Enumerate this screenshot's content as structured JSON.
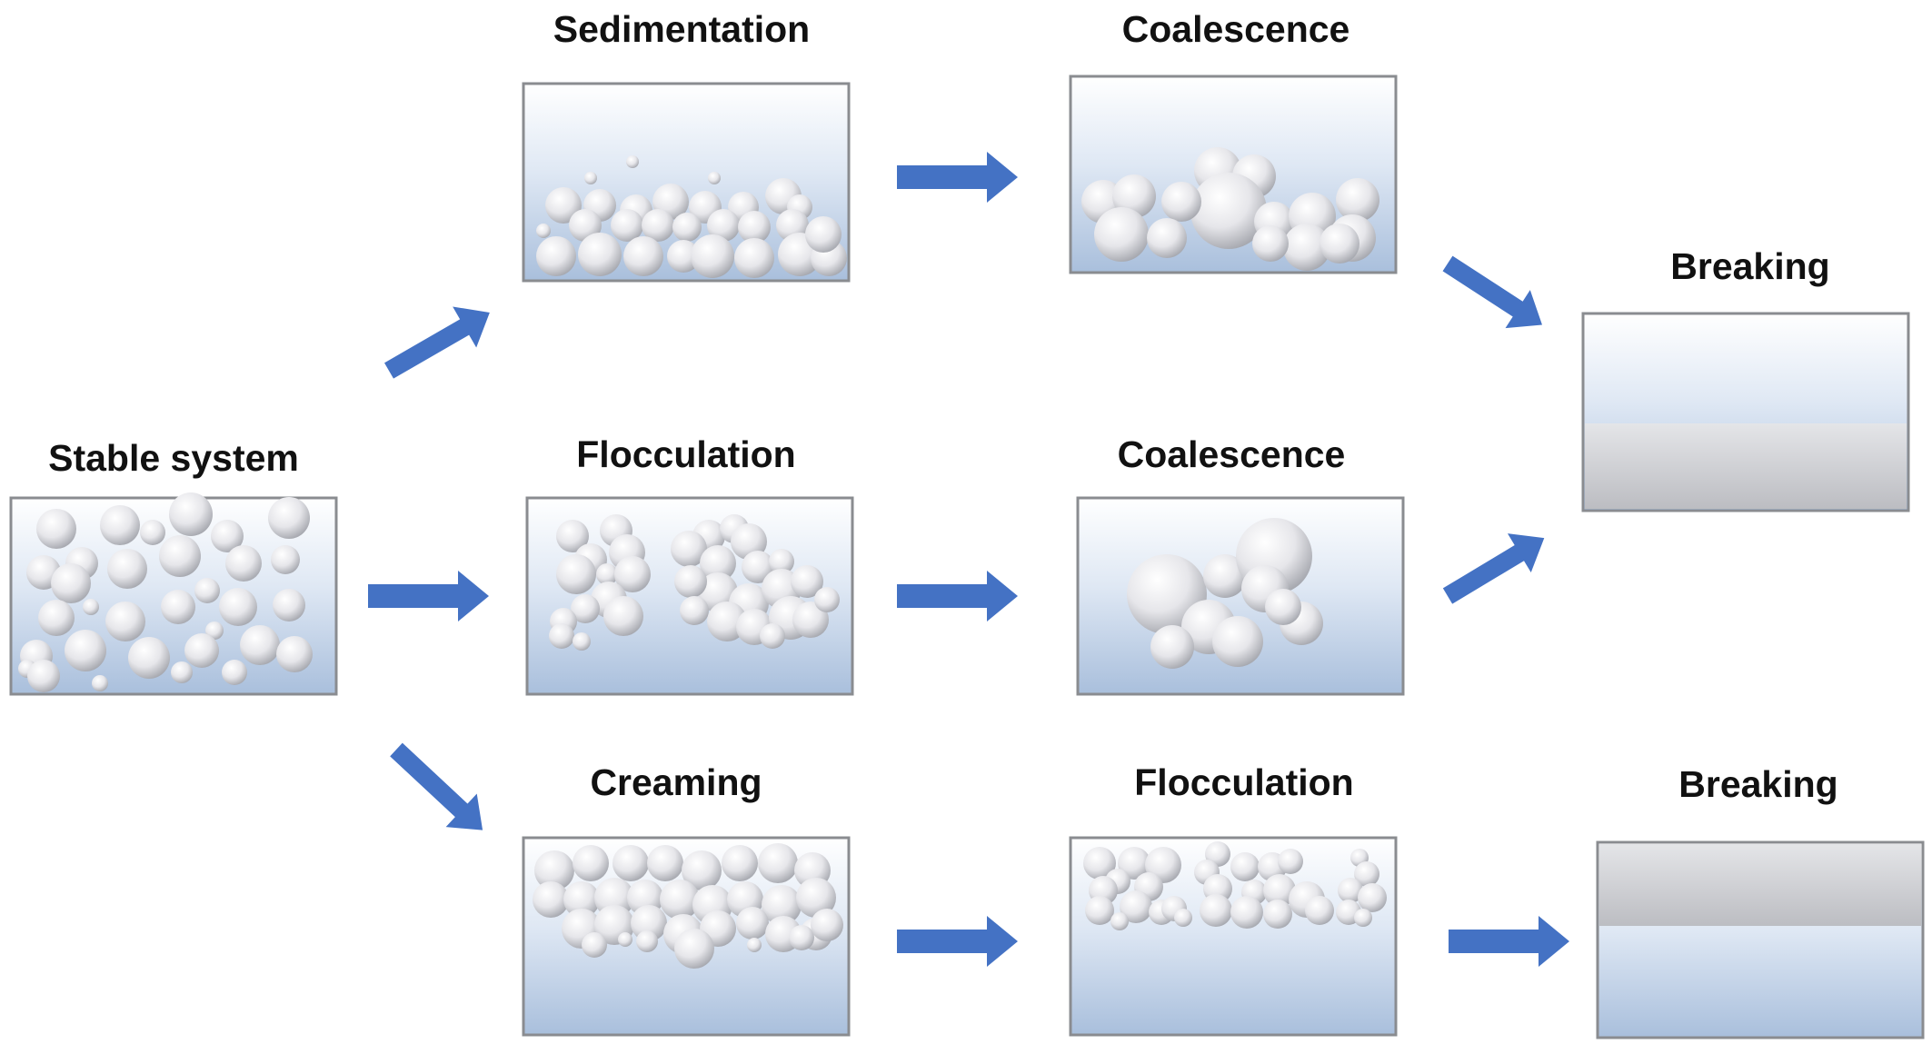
{
  "stages": {
    "stable": "Stable system",
    "sedimentation": "Sedimentation",
    "coalescence_top": "Coalescence",
    "breaking_top": "Breaking",
    "flocculation_mid": "Flocculation",
    "coalescence_mid": "Coalescence",
    "creaming": "Creaming",
    "flocculation_bottom": "Flocculation",
    "breaking_bottom": "Breaking"
  },
  "colors": {
    "arrow": "#4472C4",
    "liquid_top": "#ffffff",
    "liquid_bottom": "#a9bfdc",
    "droplet": "#e9e9ec",
    "separated_layer": "#cdced2",
    "container_border": "#7f8185"
  }
}
